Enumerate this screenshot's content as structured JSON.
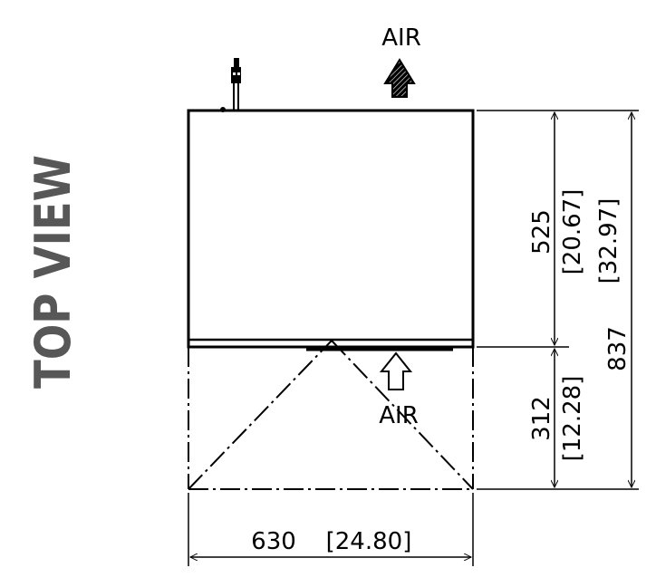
{
  "view_title": "TOP VIEW",
  "air_top_label": "AIR",
  "air_front_label": "AIR",
  "dimensions": {
    "width_mm": "630",
    "width_in": "[24.80]",
    "body_depth_mm": "525",
    "body_depth_in": "[20.67]",
    "door_depth_mm": "312",
    "door_depth_in": "[12.28]",
    "total_depth_mm": "837",
    "total_depth_in": "[32.97]"
  }
}
